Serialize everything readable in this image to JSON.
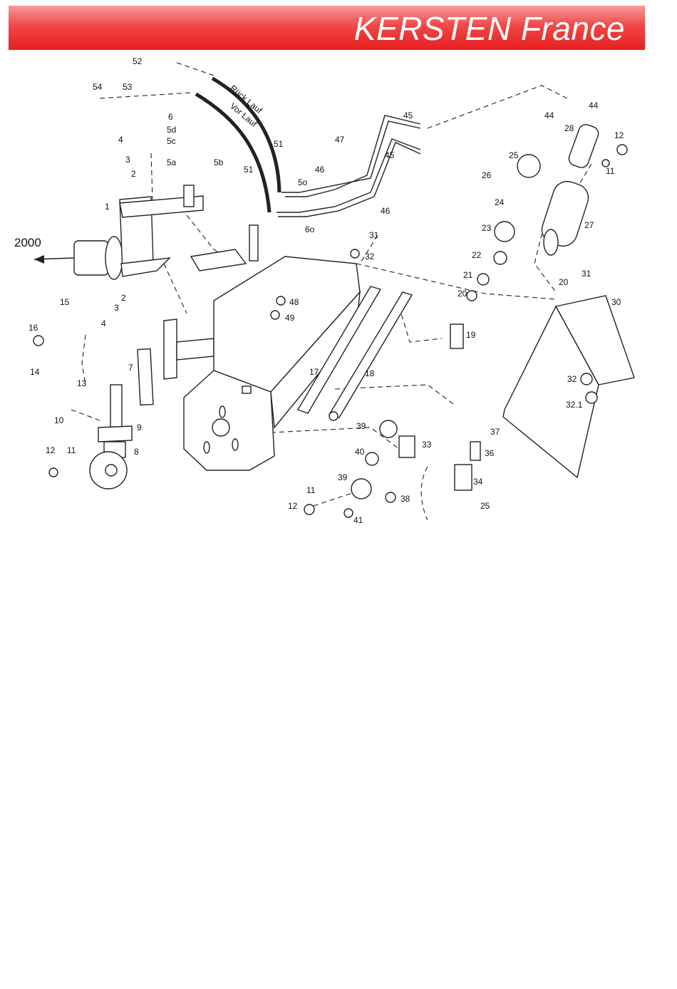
{
  "header": {
    "title": "KERSTEN France"
  },
  "diagram": {
    "arrow_label": "2000",
    "hose_labels": [
      "Rück Lauf",
      "Vor Lauf"
    ],
    "callouts": [
      {
        "id": "c1",
        "text": "1"
      },
      {
        "id": "c2a",
        "text": "2"
      },
      {
        "id": "c3a",
        "text": "3"
      },
      {
        "id": "c4a",
        "text": "4"
      },
      {
        "id": "c2b",
        "text": "2"
      },
      {
        "id": "c3b",
        "text": "3"
      },
      {
        "id": "c4b",
        "text": "4"
      },
      {
        "id": "c5a",
        "text": "5a"
      },
      {
        "id": "c5b",
        "text": "5b"
      },
      {
        "id": "c5c",
        "text": "5c"
      },
      {
        "id": "c5d",
        "text": "5d"
      },
      {
        "id": "c5o",
        "text": "5o"
      },
      {
        "id": "c6",
        "text": "6"
      },
      {
        "id": "c6o",
        "text": "6o"
      },
      {
        "id": "c7",
        "text": "7"
      },
      {
        "id": "c8",
        "text": "8"
      },
      {
        "id": "c9",
        "text": "9"
      },
      {
        "id": "c10",
        "text": "10"
      },
      {
        "id": "c11a",
        "text": "11"
      },
      {
        "id": "c12a",
        "text": "12"
      },
      {
        "id": "c11b",
        "text": "11"
      },
      {
        "id": "c12b",
        "text": "12"
      },
      {
        "id": "c11c",
        "text": "11"
      },
      {
        "id": "c12c",
        "text": "12"
      },
      {
        "id": "c13",
        "text": "13"
      },
      {
        "id": "c14",
        "text": "14"
      },
      {
        "id": "c15",
        "text": "15"
      },
      {
        "id": "c16",
        "text": "16"
      },
      {
        "id": "c17",
        "text": "17"
      },
      {
        "id": "c18",
        "text": "18"
      },
      {
        "id": "c19",
        "text": "19"
      },
      {
        "id": "c20a",
        "text": "20"
      },
      {
        "id": "c20b",
        "text": "20"
      },
      {
        "id": "c21",
        "text": "21"
      },
      {
        "id": "c22",
        "text": "22"
      },
      {
        "id": "c23",
        "text": "23"
      },
      {
        "id": "c24",
        "text": "24"
      },
      {
        "id": "c25a",
        "text": "25"
      },
      {
        "id": "c25b",
        "text": "25"
      },
      {
        "id": "c26",
        "text": "26"
      },
      {
        "id": "c27",
        "text": "27"
      },
      {
        "id": "c28",
        "text": "28"
      },
      {
        "id": "c30",
        "text": "30"
      },
      {
        "id": "c31a",
        "text": "31"
      },
      {
        "id": "c31b",
        "text": "31"
      },
      {
        "id": "c32a",
        "text": "32"
      },
      {
        "id": "c32b",
        "text": "32"
      },
      {
        "id": "c321",
        "text": "32.1"
      },
      {
        "id": "c33",
        "text": "33"
      },
      {
        "id": "c34",
        "text": "34"
      },
      {
        "id": "c36",
        "text": "36"
      },
      {
        "id": "c37",
        "text": "37"
      },
      {
        "id": "c38",
        "text": "38"
      },
      {
        "id": "c39a",
        "text": "39"
      },
      {
        "id": "c39b",
        "text": "39"
      },
      {
        "id": "c40",
        "text": "40"
      },
      {
        "id": "c41",
        "text": "41"
      },
      {
        "id": "c44a",
        "text": "44"
      },
      {
        "id": "c44b",
        "text": "44"
      },
      {
        "id": "c45a",
        "text": "45"
      },
      {
        "id": "c45b",
        "text": "45"
      },
      {
        "id": "c46a",
        "text": "46"
      },
      {
        "id": "c46b",
        "text": "46"
      },
      {
        "id": "c47",
        "text": "47"
      },
      {
        "id": "c48",
        "text": "48"
      },
      {
        "id": "c49",
        "text": "49"
      },
      {
        "id": "c51a",
        "text": "51"
      },
      {
        "id": "c51b",
        "text": "51"
      },
      {
        "id": "c52",
        "text": "52"
      },
      {
        "id": "c53",
        "text": "53"
      },
      {
        "id": "c54",
        "text": "54"
      }
    ]
  }
}
